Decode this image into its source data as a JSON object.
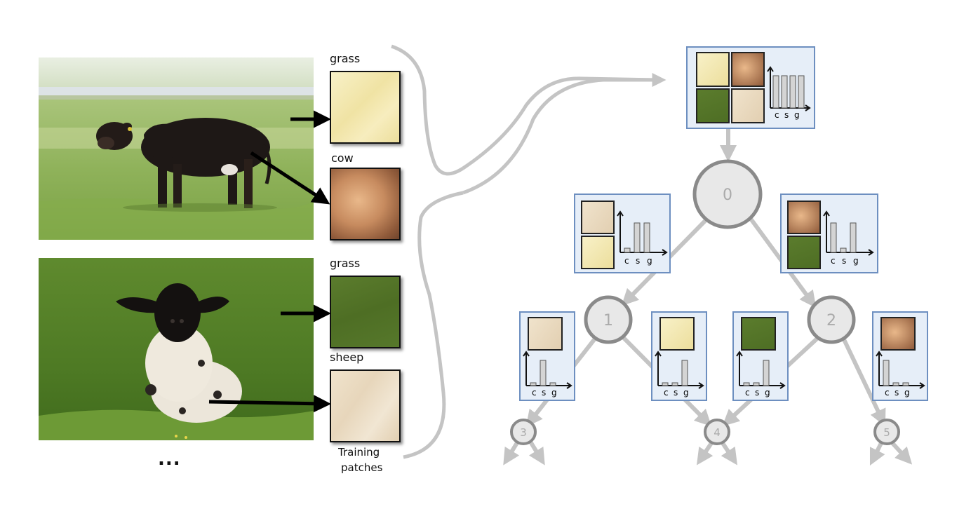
{
  "figure": {
    "patch_labels": [
      "grass",
      "cow",
      "grass",
      "sheep"
    ],
    "ellipsis": "...",
    "training_patches_caption": [
      "Training",
      "patches"
    ],
    "node_ids": [
      "0",
      "1",
      "2",
      "3",
      "4",
      "5"
    ],
    "histogram_axis_labels": [
      "c",
      "s",
      "g"
    ]
  },
  "colors": {
    "grass_dry": "#f3eab5",
    "cow_skin": "#c98f63",
    "grass_green": "#4f6f27",
    "sheep_wool": "#ead9c0",
    "box_fill": "#e6eef8",
    "box_border": "#6d8fc0",
    "node_fill": "#e8e8e8",
    "node_stroke": "#8a8a8a",
    "arrow_gray": "#c4c4c4",
    "bar_fill": "#d4d4d4"
  }
}
